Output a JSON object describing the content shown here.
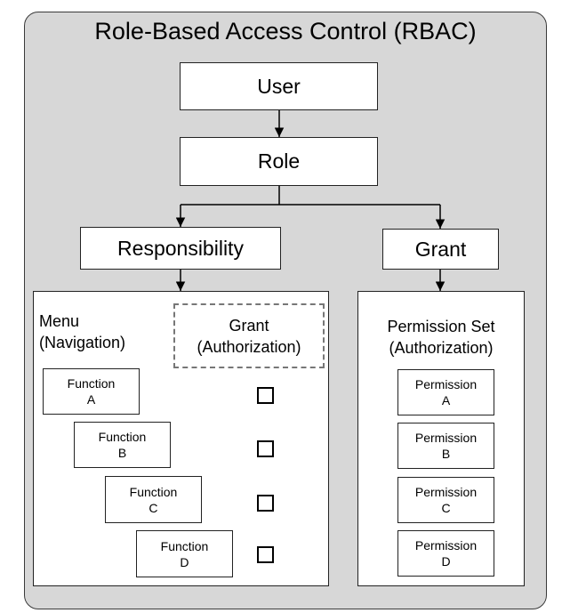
{
  "title": "Role-Based Access Control (RBAC)",
  "nodes": {
    "user": "User",
    "role": "Role",
    "responsibility": "Responsibility",
    "grant": "Grant"
  },
  "menu_panel": {
    "heading_line1": "Menu",
    "heading_line2": "(Navigation)",
    "grant_box_line1": "Grant",
    "grant_box_line2": "(Authorization)",
    "functions": [
      {
        "label": "Function",
        "id": "A"
      },
      {
        "label": "Function",
        "id": "B"
      },
      {
        "label": "Function",
        "id": "C"
      },
      {
        "label": "Function",
        "id": "D"
      }
    ]
  },
  "permission_panel": {
    "heading_line1": "Permission Set",
    "heading_line2": "(Authorization)",
    "permissions": [
      {
        "label": "Permission",
        "id": "A"
      },
      {
        "label": "Permission",
        "id": "B"
      },
      {
        "label": "Permission",
        "id": "C"
      },
      {
        "label": "Permission",
        "id": "D"
      }
    ]
  }
}
